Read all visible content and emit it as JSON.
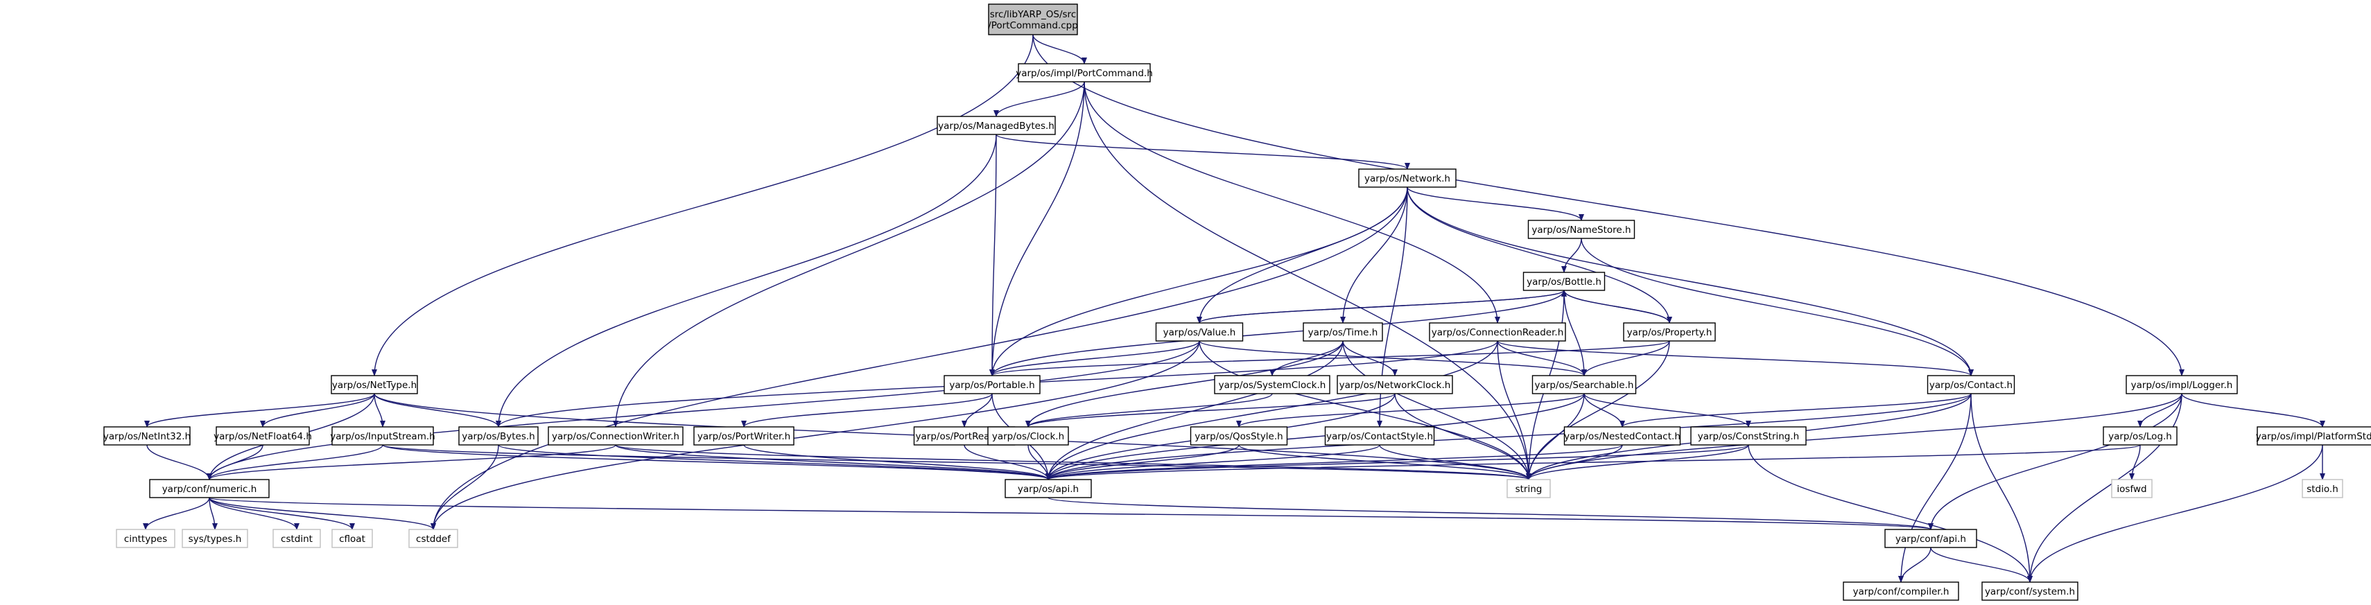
{
  "diagram": {
    "colors": {
      "edge": "#191970",
      "root_fill": "#bfbfbf",
      "border": "#000000",
      "external_border": "#bfbfbf"
    },
    "nodes": [
      {
        "id": "root",
        "label": [
          "src/libYARP_OS/src",
          "/PortCommand.cpp"
        ],
        "kind": "root"
      },
      {
        "id": "implPortCommand",
        "label": [
          "yarp/os/impl/PortCommand.h"
        ],
        "kind": "normal"
      },
      {
        "id": "managedBytes",
        "label": [
          "yarp/os/ManagedBytes.h"
        ],
        "kind": "normal"
      },
      {
        "id": "network",
        "label": [
          "yarp/os/Network.h"
        ],
        "kind": "normal"
      },
      {
        "id": "nameStore",
        "label": [
          "yarp/os/NameStore.h"
        ],
        "kind": "normal"
      },
      {
        "id": "bottle",
        "label": [
          "yarp/os/Bottle.h"
        ],
        "kind": "normal"
      },
      {
        "id": "value",
        "label": [
          "yarp/os/Value.h"
        ],
        "kind": "normal"
      },
      {
        "id": "time",
        "label": [
          "yarp/os/Time.h"
        ],
        "kind": "normal"
      },
      {
        "id": "connectionReader",
        "label": [
          "yarp/os/ConnectionReader.h"
        ],
        "kind": "normal"
      },
      {
        "id": "property",
        "label": [
          "yarp/os/Property.h"
        ],
        "kind": "normal"
      },
      {
        "id": "netType",
        "label": [
          "yarp/os/NetType.h"
        ],
        "kind": "normal"
      },
      {
        "id": "portable",
        "label": [
          "yarp/os/Portable.h"
        ],
        "kind": "normal"
      },
      {
        "id": "systemClock",
        "label": [
          "yarp/os/SystemClock.h"
        ],
        "kind": "normal"
      },
      {
        "id": "networkClock",
        "label": [
          "yarp/os/NetworkClock.h"
        ],
        "kind": "normal"
      },
      {
        "id": "searchable",
        "label": [
          "yarp/os/Searchable.h"
        ],
        "kind": "normal"
      },
      {
        "id": "contact",
        "label": [
          "yarp/os/Contact.h"
        ],
        "kind": "normal"
      },
      {
        "id": "logger",
        "label": [
          "yarp/os/impl/Logger.h"
        ],
        "kind": "normal"
      },
      {
        "id": "netInt32",
        "label": [
          "yarp/os/NetInt32.h"
        ],
        "kind": "normal"
      },
      {
        "id": "netFloat64",
        "label": [
          "yarp/os/NetFloat64.h"
        ],
        "kind": "normal"
      },
      {
        "id": "inputStream",
        "label": [
          "yarp/os/InputStream.h"
        ],
        "kind": "normal"
      },
      {
        "id": "bytes",
        "label": [
          "yarp/os/Bytes.h"
        ],
        "kind": "normal"
      },
      {
        "id": "connectionWriter",
        "label": [
          "yarp/os/ConnectionWriter.h"
        ],
        "kind": "normal"
      },
      {
        "id": "portWriter",
        "label": [
          "yarp/os/PortWriter.h"
        ],
        "kind": "normal"
      },
      {
        "id": "portReader",
        "label": [
          "yarp/os/PortReader.h"
        ],
        "kind": "normal"
      },
      {
        "id": "clock",
        "label": [
          "yarp/os/Clock.h"
        ],
        "kind": "normal"
      },
      {
        "id": "qosStyle",
        "label": [
          "yarp/os/QosStyle.h"
        ],
        "kind": "normal"
      },
      {
        "id": "contactStyle",
        "label": [
          "yarp/os/ContactStyle.h"
        ],
        "kind": "normal"
      },
      {
        "id": "nestedContact",
        "label": [
          "yarp/os/NestedContact.h"
        ],
        "kind": "normal"
      },
      {
        "id": "constString",
        "label": [
          "yarp/os/ConstString.h"
        ],
        "kind": "normal"
      },
      {
        "id": "log",
        "label": [
          "yarp/os/Log.h"
        ],
        "kind": "normal"
      },
      {
        "id": "platformStdio",
        "label": [
          "yarp/os/impl/PlatformStdio.h"
        ],
        "kind": "normal"
      },
      {
        "id": "confNumeric",
        "label": [
          "yarp/conf/numeric.h"
        ],
        "kind": "normal"
      },
      {
        "id": "osApi",
        "label": [
          "yarp/os/api.h"
        ],
        "kind": "normal"
      },
      {
        "id": "string",
        "label": [
          "string"
        ],
        "kind": "ext"
      },
      {
        "id": "iosfwd",
        "label": [
          "iosfwd"
        ],
        "kind": "ext"
      },
      {
        "id": "stdio",
        "label": [
          "stdio.h"
        ],
        "kind": "ext"
      },
      {
        "id": "cinttypes",
        "label": [
          "cinttypes"
        ],
        "kind": "ext"
      },
      {
        "id": "sysTypes",
        "label": [
          "sys/types.h"
        ],
        "kind": "ext"
      },
      {
        "id": "cstdint",
        "label": [
          "cstdint"
        ],
        "kind": "ext"
      },
      {
        "id": "cfloat",
        "label": [
          "cfloat"
        ],
        "kind": "ext"
      },
      {
        "id": "cstddef",
        "label": [
          "cstddef"
        ],
        "kind": "ext"
      },
      {
        "id": "confApi",
        "label": [
          "yarp/conf/api.h"
        ],
        "kind": "normal"
      },
      {
        "id": "confCompiler",
        "label": [
          "yarp/conf/compiler.h"
        ],
        "kind": "normal"
      },
      {
        "id": "confSystem",
        "label": [
          "yarp/conf/system.h"
        ],
        "kind": "normal"
      }
    ],
    "edges": [
      [
        "root",
        "implPortCommand"
      ],
      [
        "root",
        "netType"
      ],
      [
        "root",
        "logger"
      ],
      [
        "implPortCommand",
        "managedBytes"
      ],
      [
        "implPortCommand",
        "portable"
      ],
      [
        "implPortCommand",
        "connectionReader"
      ],
      [
        "implPortCommand",
        "connectionWriter"
      ],
      [
        "implPortCommand",
        "string"
      ],
      [
        "managedBytes",
        "network"
      ],
      [
        "managedBytes",
        "portable"
      ],
      [
        "managedBytes",
        "bytes"
      ],
      [
        "network",
        "nameStore"
      ],
      [
        "network",
        "value"
      ],
      [
        "network",
        "time"
      ],
      [
        "network",
        "property"
      ],
      [
        "network",
        "contact"
      ],
      [
        "network",
        "portable"
      ],
      [
        "network",
        "contactStyle"
      ],
      [
        "network",
        "cstddef"
      ],
      [
        "nameStore",
        "bottle"
      ],
      [
        "nameStore",
        "contact"
      ],
      [
        "bottle",
        "value"
      ],
      [
        "bottle",
        "searchable"
      ],
      [
        "bottle",
        "property"
      ],
      [
        "bottle",
        "portable"
      ],
      [
        "bottle",
        "string"
      ],
      [
        "value",
        "bottle"
      ],
      [
        "value",
        "portable"
      ],
      [
        "value",
        "searchable"
      ],
      [
        "value",
        "confNumeric"
      ],
      [
        "value",
        "cstddef"
      ],
      [
        "value",
        "string"
      ],
      [
        "property",
        "bottle"
      ],
      [
        "property",
        "searchable"
      ],
      [
        "property",
        "portable"
      ],
      [
        "property",
        "string"
      ],
      [
        "time",
        "systemClock"
      ],
      [
        "time",
        "networkClock"
      ],
      [
        "time",
        "clock"
      ],
      [
        "time",
        "osApi"
      ],
      [
        "time",
        "string"
      ],
      [
        "connectionReader",
        "searchable"
      ],
      [
        "connectionReader",
        "contact"
      ],
      [
        "connectionReader",
        "bytes"
      ],
      [
        "connectionReader",
        "string"
      ],
      [
        "connectionReader",
        "osApi"
      ],
      [
        "netType",
        "netInt32"
      ],
      [
        "netType",
        "netFloat64"
      ],
      [
        "netType",
        "inputStream"
      ],
      [
        "netType",
        "bytes"
      ],
      [
        "netType",
        "confNumeric"
      ],
      [
        "netType",
        "string"
      ],
      [
        "portable",
        "portWriter"
      ],
      [
        "portable",
        "portReader"
      ],
      [
        "portable",
        "osApi"
      ],
      [
        "systemClock",
        "clock"
      ],
      [
        "networkClock",
        "clock"
      ],
      [
        "networkClock",
        "osApi"
      ],
      [
        "networkClock",
        "string"
      ],
      [
        "searchable",
        "qosStyle"
      ],
      [
        "searchable",
        "nestedContact"
      ],
      [
        "searchable",
        "constString"
      ],
      [
        "searchable",
        "osApi"
      ],
      [
        "searchable",
        "string"
      ],
      [
        "contact",
        "nestedContact"
      ],
      [
        "contact",
        "string"
      ],
      [
        "contact",
        "osApi"
      ],
      [
        "contact",
        "confCompiler"
      ],
      [
        "contact",
        "confSystem"
      ],
      [
        "logger",
        "log"
      ],
      [
        "logger",
        "platformStdio"
      ],
      [
        "logger",
        "string"
      ],
      [
        "logger",
        "confApi"
      ],
      [
        "logger",
        "confSystem"
      ],
      [
        "netInt32",
        "confNumeric"
      ],
      [
        "netFloat64",
        "confNumeric"
      ],
      [
        "inputStream",
        "confNumeric"
      ],
      [
        "inputStream",
        "osApi"
      ],
      [
        "inputStream",
        "string"
      ],
      [
        "bytes",
        "osApi"
      ],
      [
        "bytes",
        "cstddef"
      ],
      [
        "connectionWriter",
        "confNumeric"
      ],
      [
        "connectionWriter",
        "osApi"
      ],
      [
        "connectionWriter",
        "string"
      ],
      [
        "portWriter",
        "osApi"
      ],
      [
        "portReader",
        "osApi"
      ],
      [
        "clock",
        "osApi"
      ],
      [
        "qosStyle",
        "osApi"
      ],
      [
        "qosStyle",
        "string"
      ],
      [
        "contactStyle",
        "osApi"
      ],
      [
        "contactStyle",
        "string"
      ],
      [
        "nestedContact",
        "osApi"
      ],
      [
        "nestedContact",
        "string"
      ],
      [
        "constString",
        "osApi"
      ],
      [
        "constString",
        "string"
      ],
      [
        "constString",
        "confSystem"
      ],
      [
        "log",
        "iosfwd"
      ],
      [
        "log",
        "osApi"
      ],
      [
        "platformStdio",
        "stdio"
      ],
      [
        "platformStdio",
        "confSystem"
      ],
      [
        "confNumeric",
        "cinttypes"
      ],
      [
        "confNumeric",
        "sysTypes"
      ],
      [
        "confNumeric",
        "cstdint"
      ],
      [
        "confNumeric",
        "cfloat"
      ],
      [
        "confNumeric",
        "cstddef"
      ],
      [
        "confNumeric",
        "confApi"
      ],
      [
        "osApi",
        "confApi"
      ],
      [
        "confApi",
        "confCompiler"
      ],
      [
        "confApi",
        "confSystem"
      ]
    ]
  }
}
